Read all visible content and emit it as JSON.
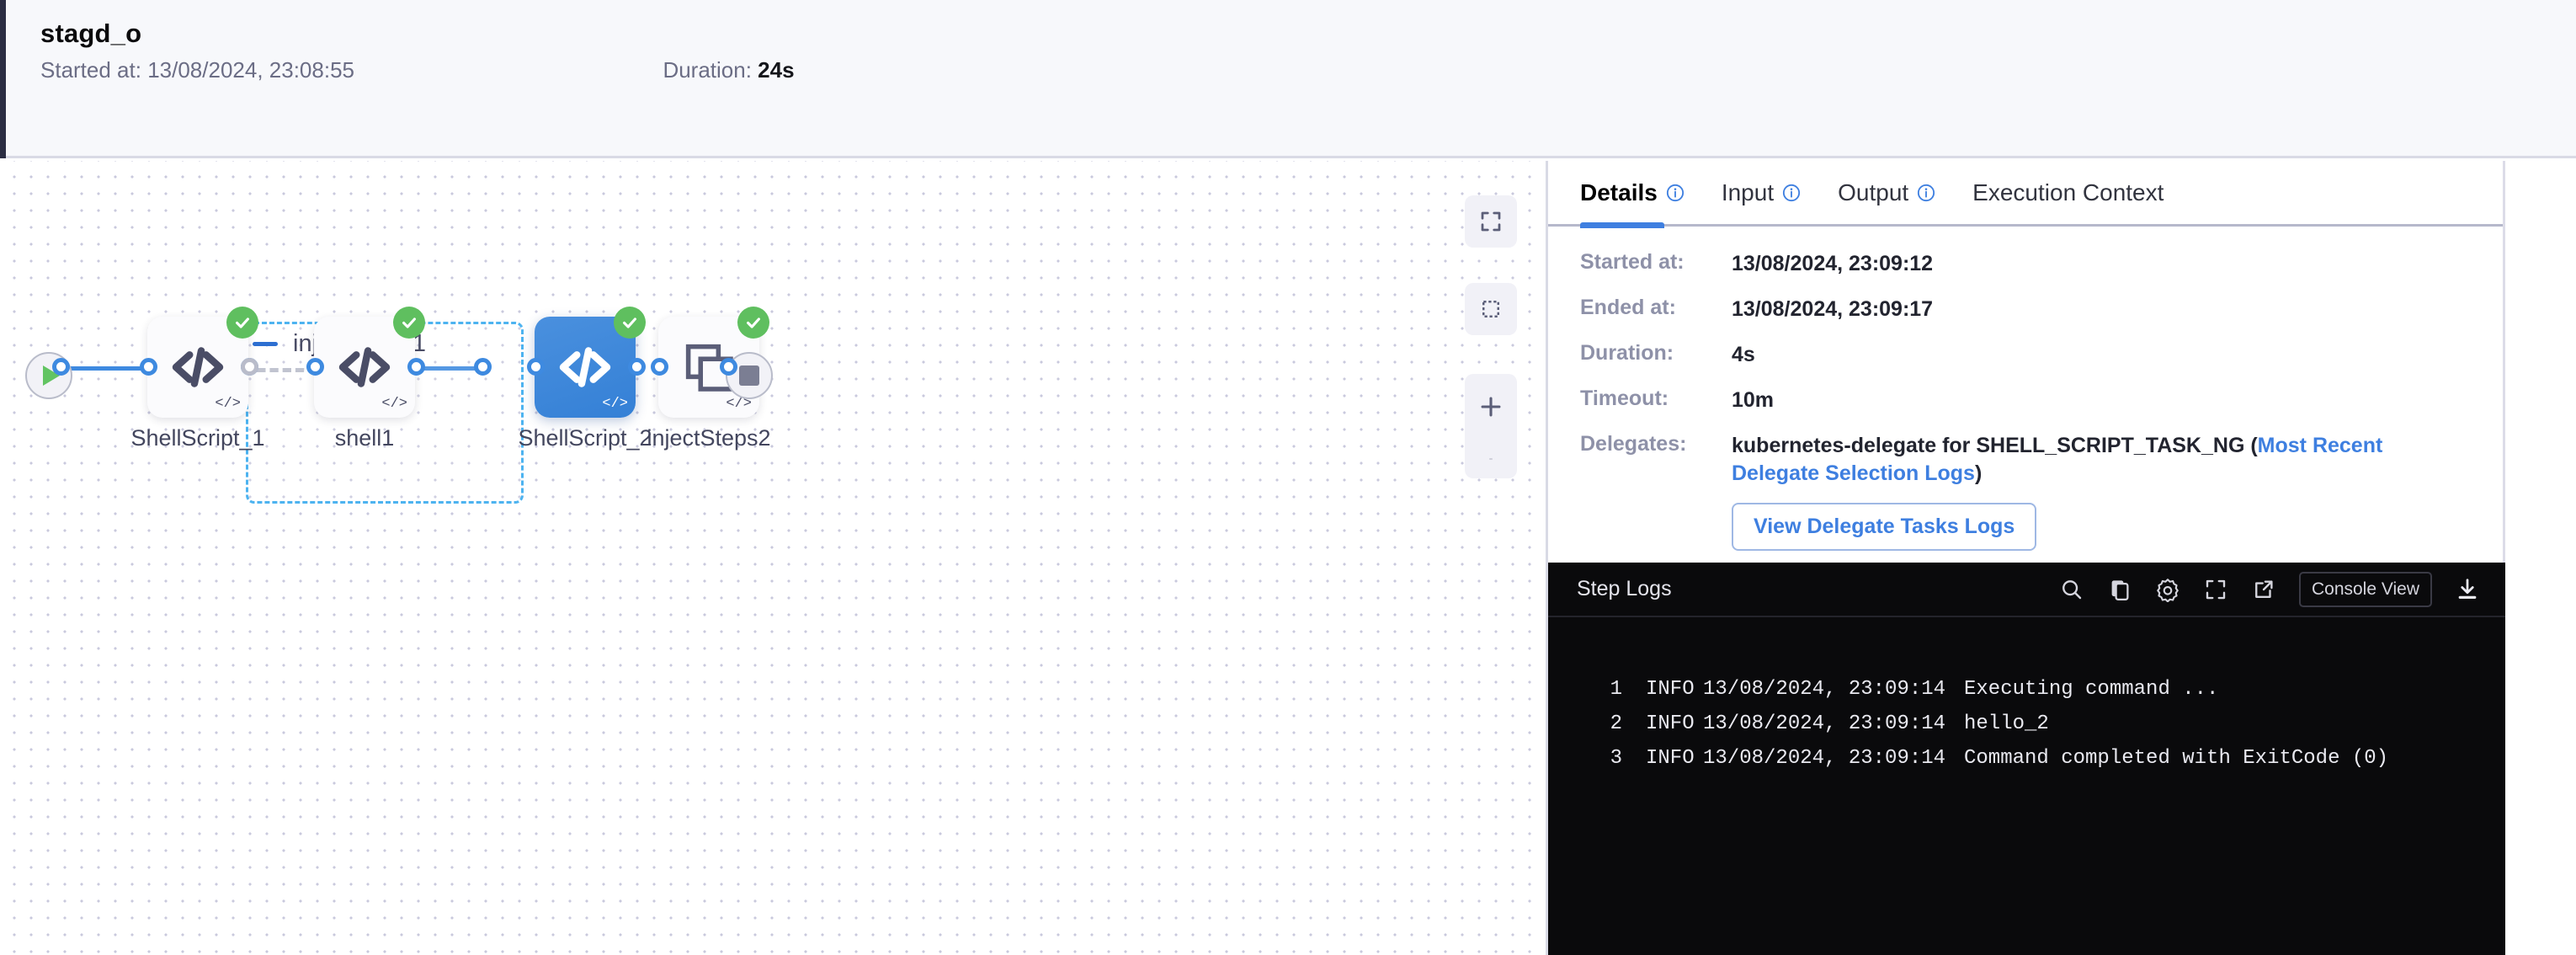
{
  "header": {
    "title": "stagd_o",
    "started_label": "Started at:",
    "started_value": "13/08/2024, 23:08:55",
    "duration_label": "Duration:",
    "duration_value": "24s"
  },
  "graph": {
    "start_node": "start-node",
    "end_node": "end-node",
    "group": {
      "title": "injectSteps1",
      "collapse_icon": "minus-icon"
    },
    "nodes": [
      {
        "label": "ShellScript_1",
        "icon": "code-brackets-icon",
        "corner": "</>",
        "status": "success",
        "selected": false
      },
      {
        "label": "shell1",
        "icon": "code-brackets-icon",
        "corner": "</>",
        "status": "success",
        "selected": false
      },
      {
        "label": "ShellScript_2",
        "icon": "code-brackets-icon",
        "corner": "</>",
        "status": "success",
        "selected": true
      },
      {
        "label": "injectSteps2",
        "icon": "layers-icon",
        "corner": "</>",
        "status": "success",
        "selected": false
      }
    ],
    "zoom_controls": [
      {
        "name": "fit-to-screen-icon"
      },
      {
        "name": "selection-box-icon"
      },
      {
        "name": "zoom-in-icon"
      },
      {
        "name": "zoom-out-icon"
      }
    ],
    "colors": {
      "edge": "#3e8ae0",
      "selected_node": "#3480d6",
      "success": "#5fbf5f",
      "group_border": "#4db3f0"
    }
  },
  "panel": {
    "tabs": [
      {
        "label": "Details",
        "info": true,
        "active": true
      },
      {
        "label": "Input",
        "info": true,
        "active": false
      },
      {
        "label": "Output",
        "info": true,
        "active": false
      },
      {
        "label": "Execution Context",
        "info": false,
        "active": false
      }
    ],
    "details": [
      {
        "label": "Started at:",
        "value": "13/08/2024, 23:09:12"
      },
      {
        "label": "Ended at:",
        "value": "13/08/2024, 23:09:17"
      },
      {
        "label": "Duration:",
        "value": "4s"
      },
      {
        "label": "Timeout:",
        "value": "10m"
      }
    ],
    "delegates": {
      "label": "Delegates:",
      "text_before": "kubernetes-delegate for SHELL_SCRIPT_TASK_NG (",
      "link": "Most Recent Delegate Selection Logs",
      "text_after": ")",
      "button": "View Delegate Tasks Logs"
    }
  },
  "logs": {
    "title": "Step Logs",
    "tools": [
      {
        "name": "search-icon"
      },
      {
        "name": "copy-icon"
      },
      {
        "name": "gear-icon"
      },
      {
        "name": "fullscreen-icon"
      },
      {
        "name": "external-link-icon"
      }
    ],
    "console_view_label": "Console View",
    "download_icon": "download-icon",
    "lines": [
      {
        "no": "1",
        "level": "INFO",
        "time": "13/08/2024, 23:09:14",
        "msg": "Executing command ..."
      },
      {
        "no": "2",
        "level": "INFO",
        "time": "13/08/2024, 23:09:14",
        "msg": "hello_2"
      },
      {
        "no": "3",
        "level": "INFO",
        "time": "13/08/2024, 23:09:14",
        "msg": "Command completed with ExitCode (0)"
      }
    ]
  }
}
